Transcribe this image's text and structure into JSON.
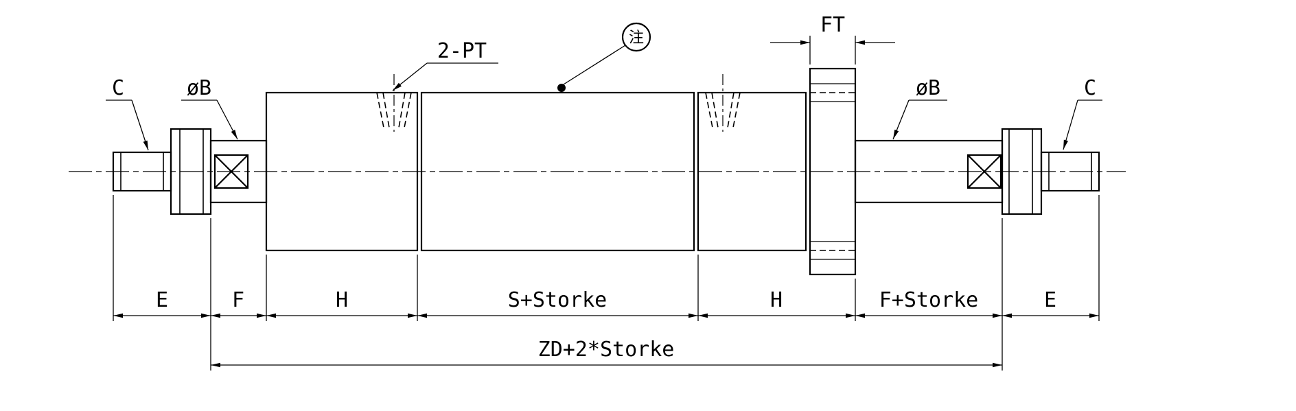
{
  "colors": {
    "ink": "#000000",
    "paper": "#ffffff"
  },
  "callouts": {
    "c_left": "C",
    "dia_b_left": "øB",
    "ports": "2-PT",
    "note": "注",
    "flange_thickness": "FT",
    "dia_b_right": "øB",
    "c_right": "C"
  },
  "dimensions": {
    "e_left": "E",
    "f_left": "F",
    "h_left": "H",
    "s_plus_stroke": "S+Storke",
    "h_right": "H",
    "f_plus_stroke": "F+Storke",
    "e_right": "E",
    "overall": "ZD+2*Storke"
  }
}
